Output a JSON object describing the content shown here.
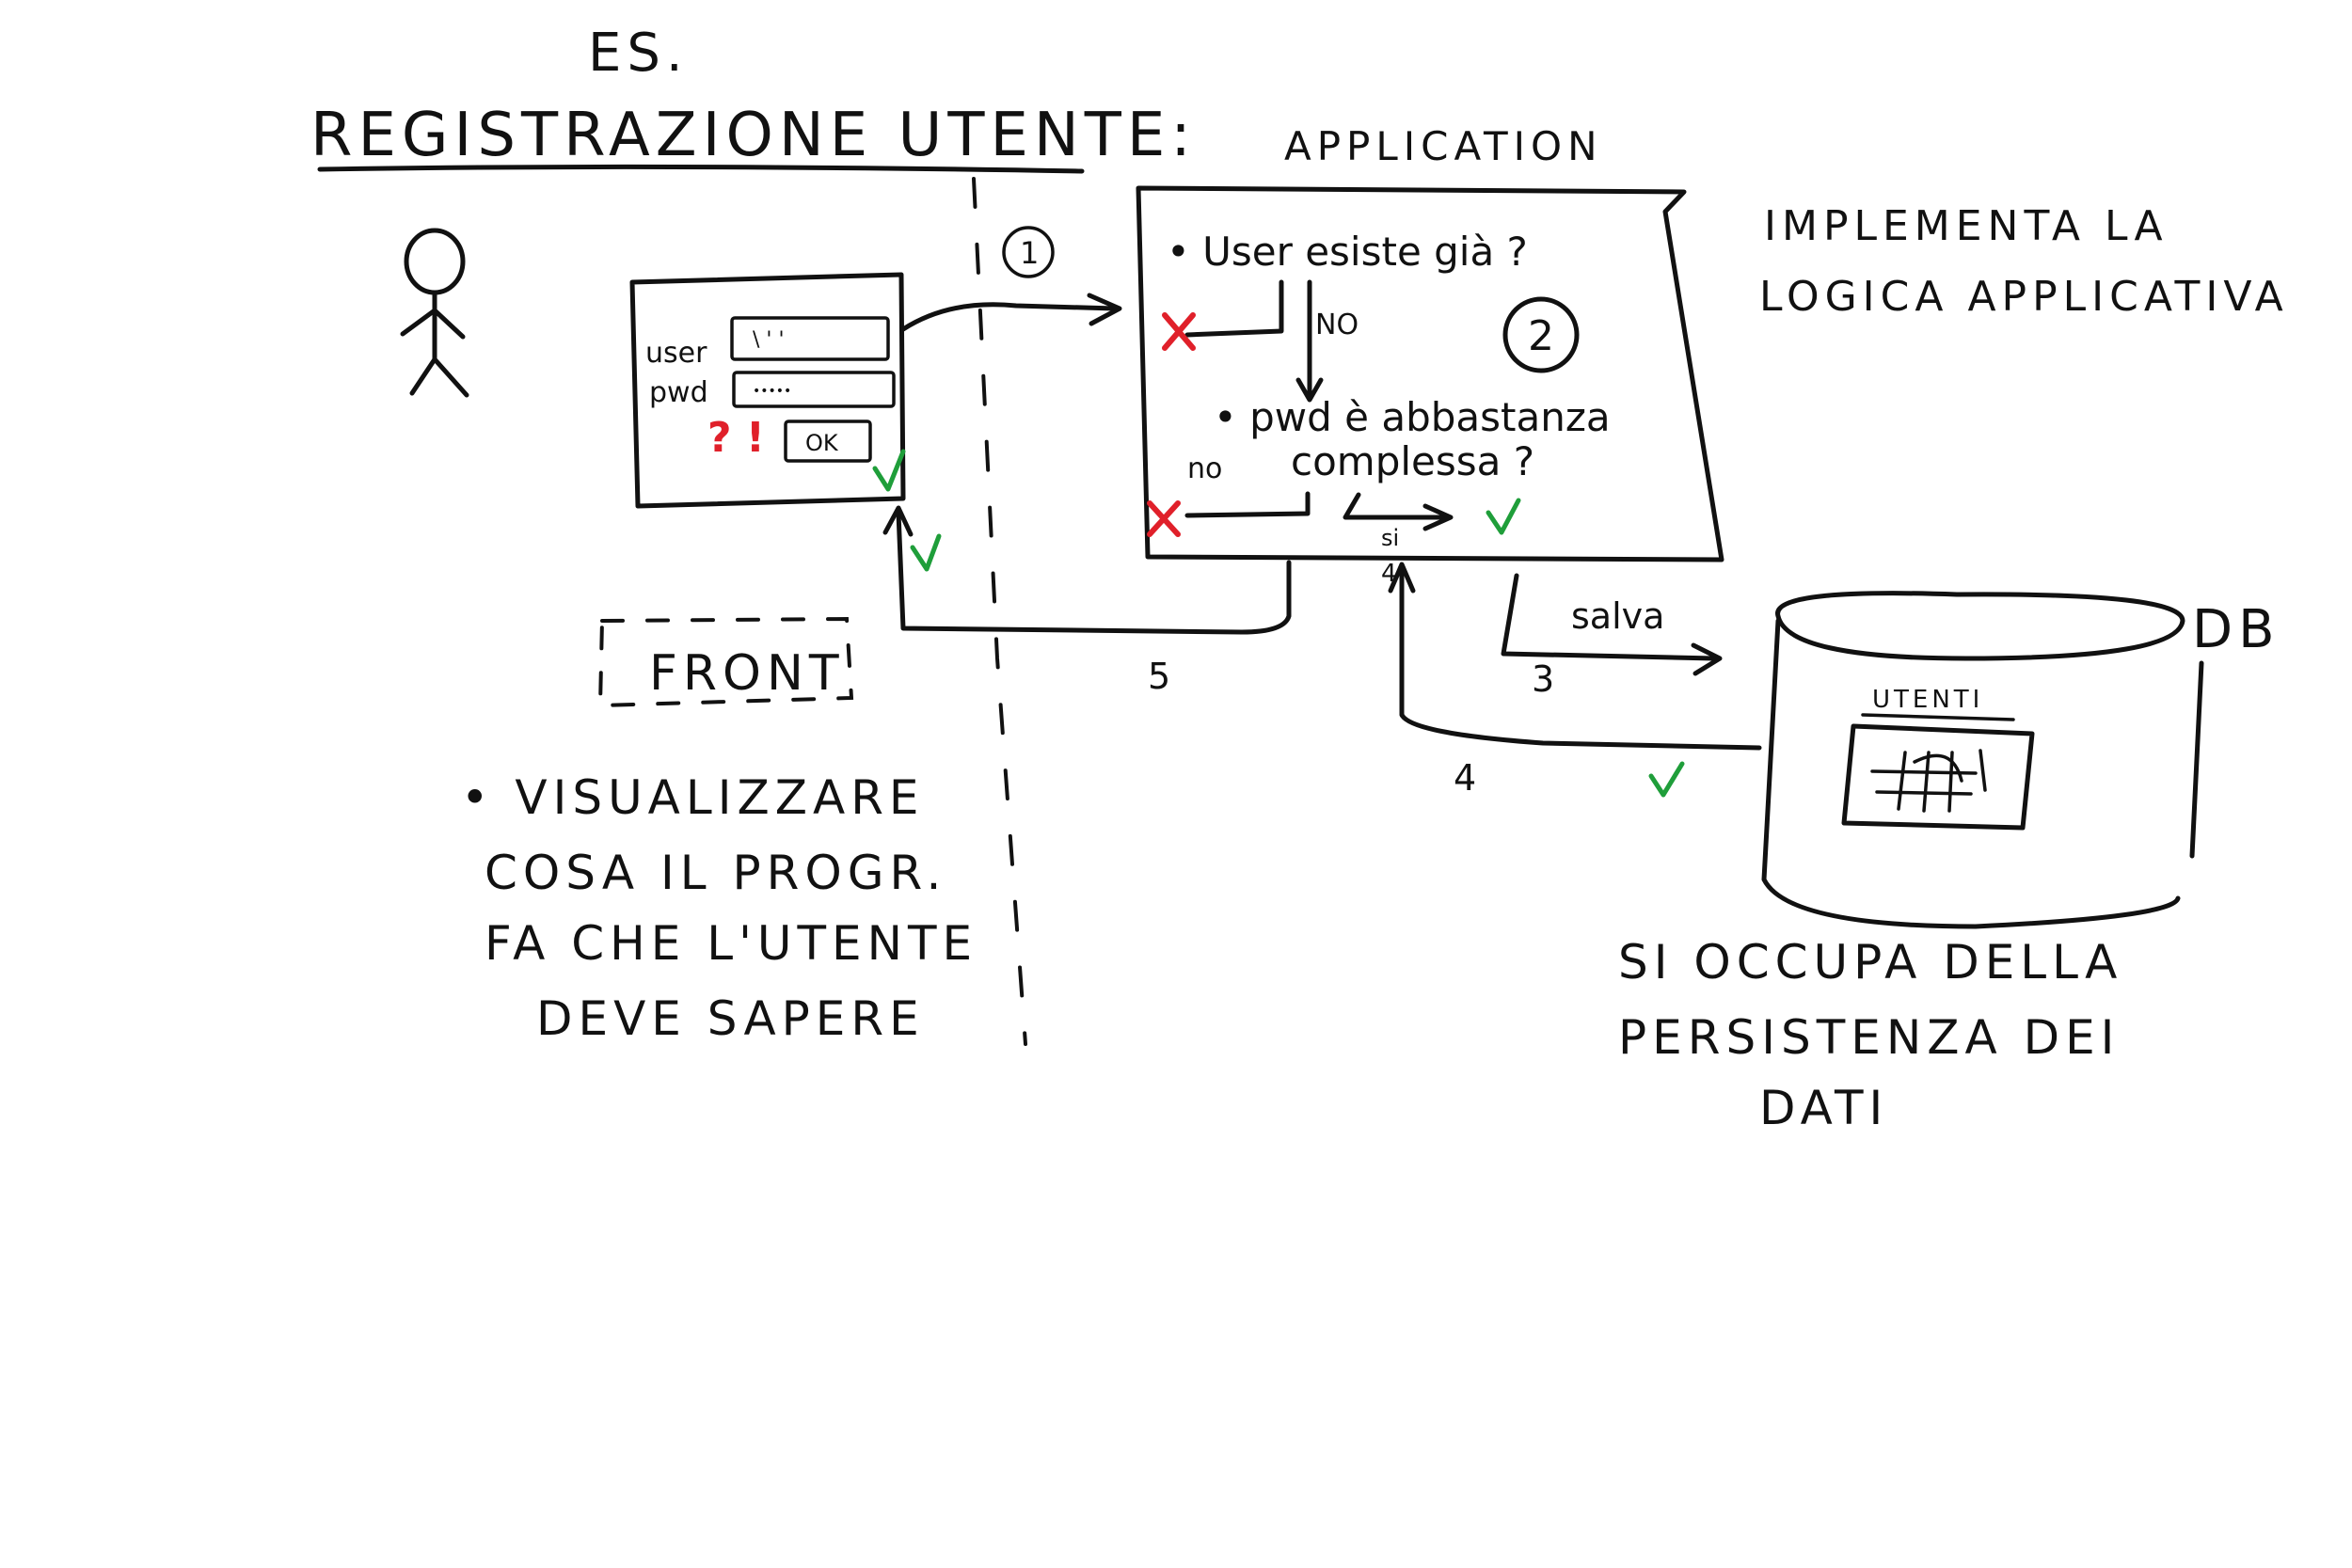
{
  "heading": {
    "es": "ES.",
    "title": "REGISTRAZIONE UTENTE:"
  },
  "application": {
    "label": "APPLICATION",
    "step_number": "2",
    "q1": "• User esiste già ?",
    "q1_no": "NO",
    "q2_line1": "• pwd è abbastanza",
    "q2_line2": "complessa ?",
    "q2_no": "no",
    "q2_yes": "si"
  },
  "form": {
    "user_label": "user",
    "pwd_label": "pwd",
    "user_value": "\\ ' '",
    "pwd_value": "•••••",
    "ok_label": "OK",
    "warn_marks": "? !"
  },
  "front": {
    "label": "FRONT",
    "desc_line1": "• VISUALIZZARE",
    "desc_line2": "COSA IL PROGR.",
    "desc_line3": "FA CHE L'UTENTE",
    "desc_line4": "DEVE SAPERE"
  },
  "app_note": {
    "line1": "IMPLEMENTA LA",
    "line2": "LOGICA APPLICATIVA"
  },
  "db": {
    "label": "DB",
    "table_label": "UTENTI",
    "note_line1": "SI OCCUPA DELLA",
    "note_line2": "PERSISTENZA DEI",
    "note_line3": "DATI"
  },
  "flow": {
    "step1": "1",
    "step3": "3",
    "step4": "4",
    "step5": "5",
    "salva": "salva",
    "ok_mark": "V"
  },
  "colors": {
    "ink": "#111111",
    "error_red": "#e0202a",
    "ok_green": "#1f9e3a"
  }
}
